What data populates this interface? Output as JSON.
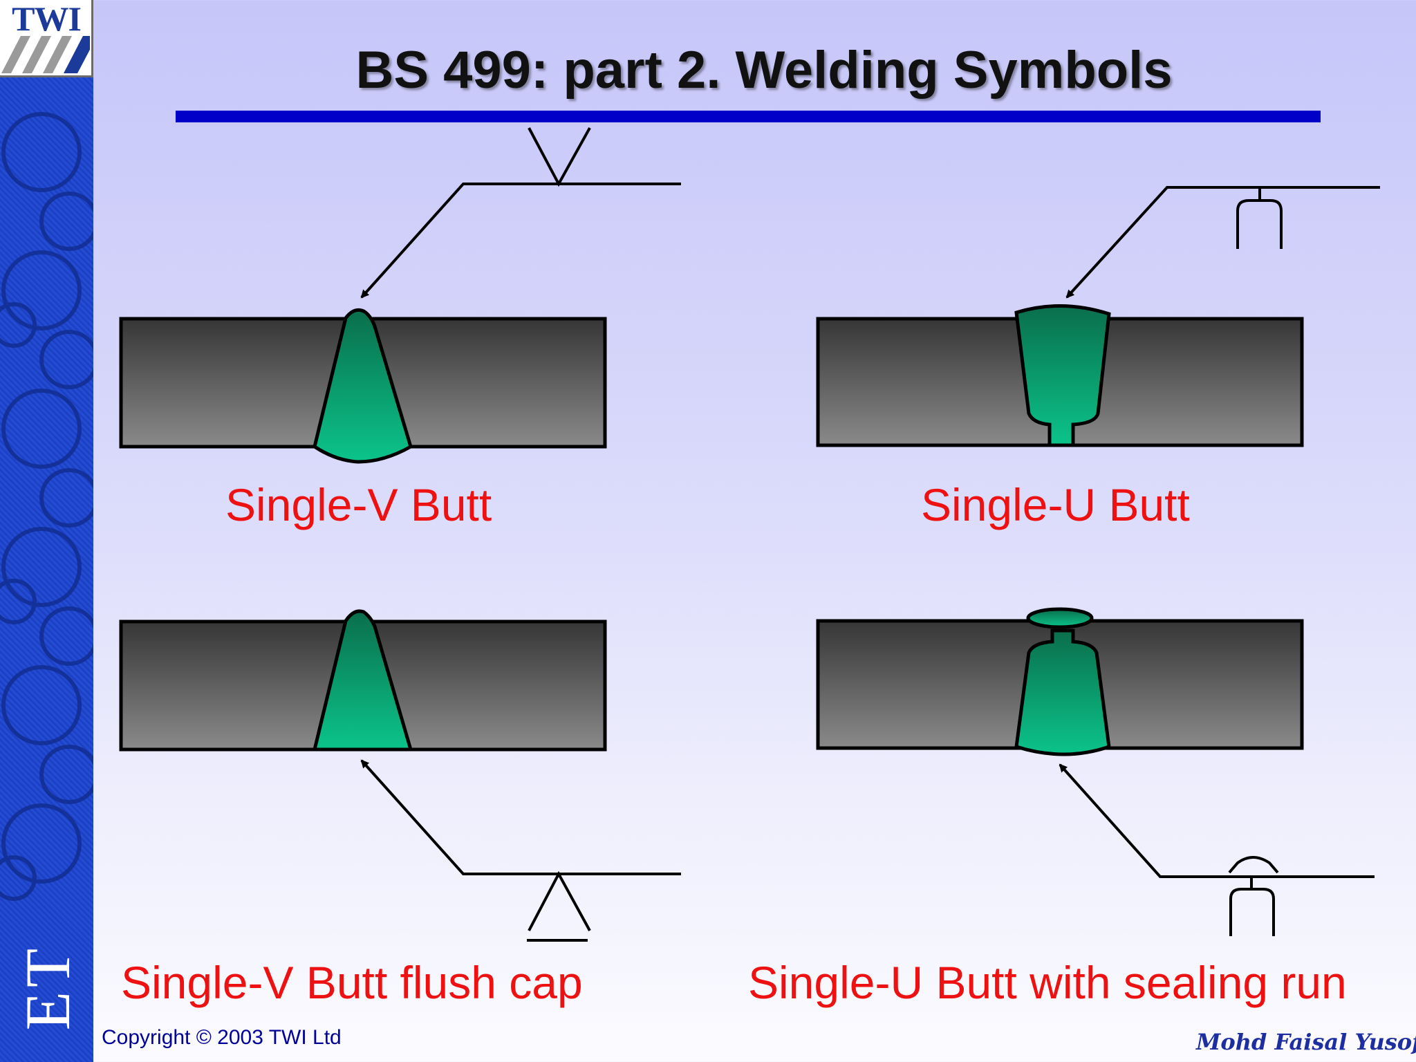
{
  "logo": {
    "text": "TWI"
  },
  "sidebar": {
    "letters": "ET"
  },
  "title": "BS 499: part 2.  Welding Symbols",
  "diagrams": [
    {
      "label": "Single-V Butt"
    },
    {
      "label": "Single-U Butt"
    },
    {
      "label": "Single-V Butt flush cap"
    },
    {
      "label": "Single-U Butt with sealing run"
    }
  ],
  "footer": {
    "copyright": "Copyright © 2003 TWI Ltd",
    "author": "Mohd Faisal Yusof"
  },
  "colors": {
    "title_rule": "#0000c8",
    "label": "#ee1111",
    "weld": "#0aa37a",
    "plate_top": "#3a3a3a",
    "plate_bottom": "#8c8c8c",
    "sidebar": "#1f3fc8"
  }
}
